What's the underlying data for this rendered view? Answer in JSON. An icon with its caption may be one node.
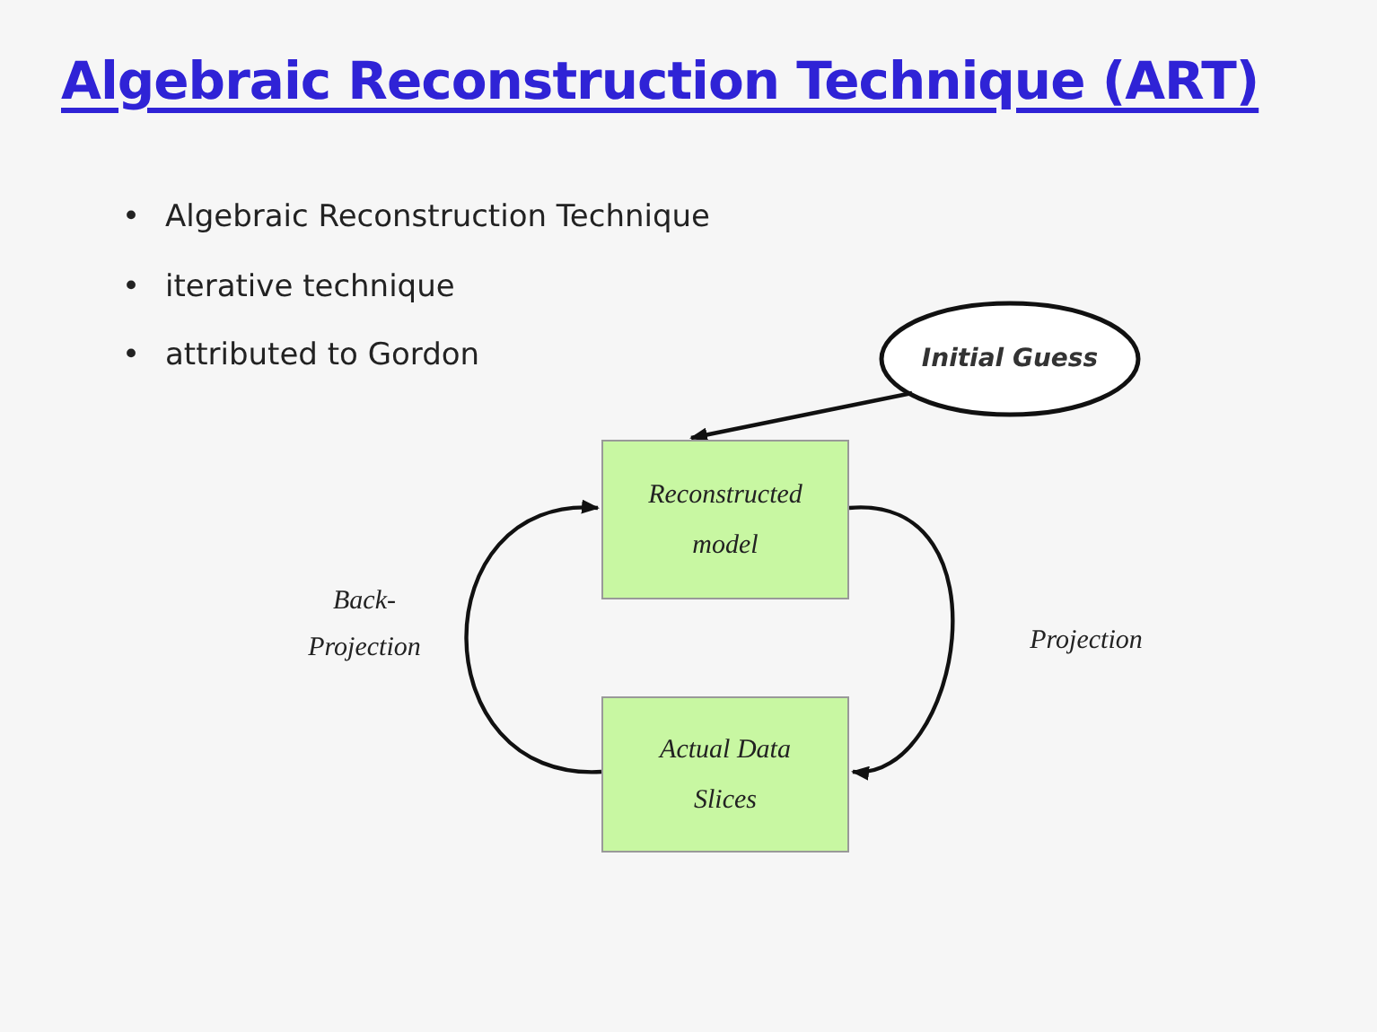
{
  "diagram": {
    "title": "Algebraic Reconstruction Technique (ART)",
    "nodes": [
      {
        "text": [
          "Initial Guess"
        ]
      },
      {
        "text": [
          "Reconstructed model"
        ]
      },
      {
        "text": [
          "Actual Data Slices"
        ]
      }
    ],
    "edges": [
      {
        "from": 0,
        "to": 1,
        "arrow": "to"
      },
      {
        "from": 1,
        "to": 2,
        "arrow": "to",
        "label": "Projection"
      },
      {
        "from": 2,
        "to": 1,
        "arrow": "to",
        "label": "Back-Projection"
      }
    ],
    "labels": [
      "•",
      "Algebraic Reconstruction Technique",
      "•",
      "iterative technique",
      "•",
      "attributed to Gordon"
    ]
  }
}
